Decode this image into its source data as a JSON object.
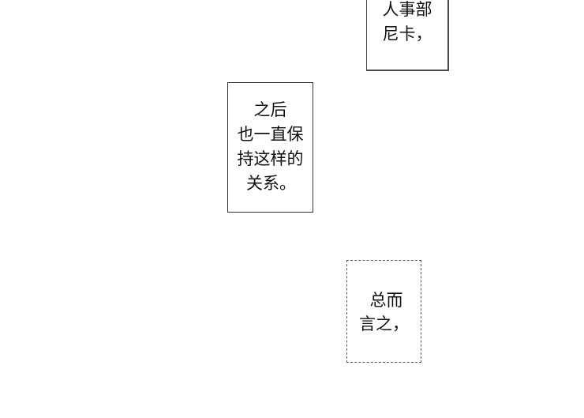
{
  "page": {
    "background": "#ffffff"
  },
  "captions": [
    {
      "id": "caption-1",
      "lines": [
        "人事部",
        "尼卡，"
      ]
    },
    {
      "id": "caption-2",
      "lines": [
        "之后",
        "也一直保",
        "持这样的",
        "关系。"
      ]
    },
    {
      "id": "caption-3",
      "lines": [
        "总而",
        "言之，"
      ]
    }
  ]
}
